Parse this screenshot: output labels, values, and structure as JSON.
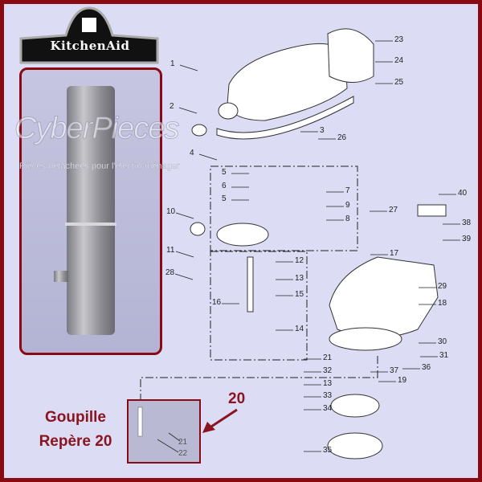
{
  "brand": {
    "logo_text": "KitchenAid"
  },
  "watermark": {
    "title": "CyberPieces",
    "subtitle": "Pièces détachées pour l'électro-ménager"
  },
  "caption": {
    "line1": "Goupille",
    "line2": "Repère 20"
  },
  "highlight_label": "20",
  "inset_labels": [
    "21",
    "22"
  ],
  "part_labels": [
    "1",
    "2",
    "3",
    "4",
    "5",
    "6",
    "5",
    "7",
    "9",
    "8",
    "10",
    "11",
    "12",
    "13",
    "15",
    "16",
    "14",
    "17",
    "18",
    "19",
    "21",
    "32",
    "13",
    "33",
    "34",
    "35",
    "36",
    "37",
    "31",
    "30",
    "29",
    "28",
    "27",
    "26",
    "25",
    "24",
    "23",
    "40",
    "38",
    "39"
  ],
  "colors": {
    "border": "#8a0a14",
    "background": "#dcdcf4",
    "caption": "#8a1520"
  }
}
